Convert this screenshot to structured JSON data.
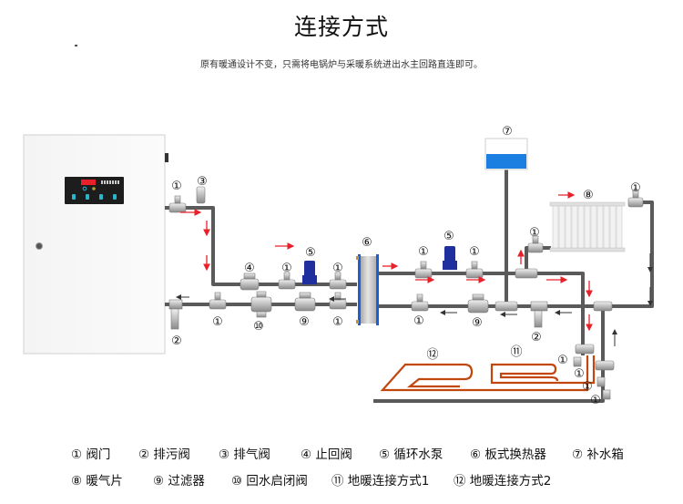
{
  "header": {
    "title": "连接方式",
    "subtitle": "原有暖通设计不变，只需将电锅炉与采暖系统进出水主回路直连即可。"
  },
  "components": {
    "boiler": {
      "name": "electric-boiler",
      "display_color": "#e8202a",
      "button_color": "#2bb5c8"
    },
    "tank": {
      "label": "⑦",
      "water_color": "#1a7fe0"
    },
    "radiator": {
      "label": "⑧"
    },
    "pump": {
      "color": "#1f2f9e"
    },
    "heat_exchanger": {
      "label": "⑥",
      "frame_color": "#1b5fd4"
    },
    "floor_heating_pipe_color": "#c2470f",
    "pipe_color": "#5a5a5a",
    "flow_arrow_color": "#e8202a"
  },
  "callouts": [
    {
      "id": "valve-boiler-out",
      "text": "①"
    },
    {
      "id": "air-vent",
      "text": "③"
    },
    {
      "id": "drain-boiler",
      "text": "②"
    },
    {
      "id": "check-valve",
      "text": "④"
    },
    {
      "id": "valve-pump-in",
      "text": "①"
    },
    {
      "id": "pump-left",
      "text": "⑤"
    },
    {
      "id": "valve-pump-out",
      "text": "①"
    },
    {
      "id": "valve-return-left",
      "text": "①"
    },
    {
      "id": "return-valve",
      "text": "⑩"
    },
    {
      "id": "filter-left",
      "text": "⑨"
    },
    {
      "id": "valve-return-hx",
      "text": "①"
    },
    {
      "id": "hx",
      "text": "⑥"
    },
    {
      "id": "valve-sec-in",
      "text": "①"
    },
    {
      "id": "pump-right",
      "text": "⑤"
    },
    {
      "id": "valve-sec-out",
      "text": "①"
    },
    {
      "id": "valve-sec-return",
      "text": "①"
    },
    {
      "id": "filter-right",
      "text": "⑨"
    },
    {
      "id": "tank",
      "text": "⑦"
    },
    {
      "id": "radiator",
      "text": "⑧"
    },
    {
      "id": "valve-rad-in",
      "text": "①"
    },
    {
      "id": "valve-rad-out",
      "text": "①"
    },
    {
      "id": "drain-right",
      "text": "②"
    },
    {
      "id": "floor-1",
      "text": "⑪"
    },
    {
      "id": "floor-2",
      "text": "⑫"
    },
    {
      "id": "valve-floor-a",
      "text": "①"
    },
    {
      "id": "valve-floor-b",
      "text": "①"
    },
    {
      "id": "valve-floor-c",
      "text": "①"
    },
    {
      "id": "valve-floor-d",
      "text": "①"
    }
  ],
  "legend": {
    "row1": [
      {
        "num": "①",
        "label": "阀门"
      },
      {
        "num": "②",
        "label": "排污阀"
      },
      {
        "num": "③",
        "label": "排气阀"
      },
      {
        "num": "④",
        "label": "止回阀"
      },
      {
        "num": "⑤",
        "label": "循环水泵"
      },
      {
        "num": "⑥",
        "label": "板式换热器"
      },
      {
        "num": "⑦",
        "label": "补水箱"
      }
    ],
    "row2": [
      {
        "num": "⑧",
        "label": "暖气片"
      },
      {
        "num": "⑨",
        "label": "过滤器"
      },
      {
        "num": "⑩",
        "label": "回水启闭阀"
      },
      {
        "num": "⑪",
        "label": "地暖连接方式1"
      },
      {
        "num": "⑫",
        "label": "地暖连接方式2"
      }
    ]
  }
}
